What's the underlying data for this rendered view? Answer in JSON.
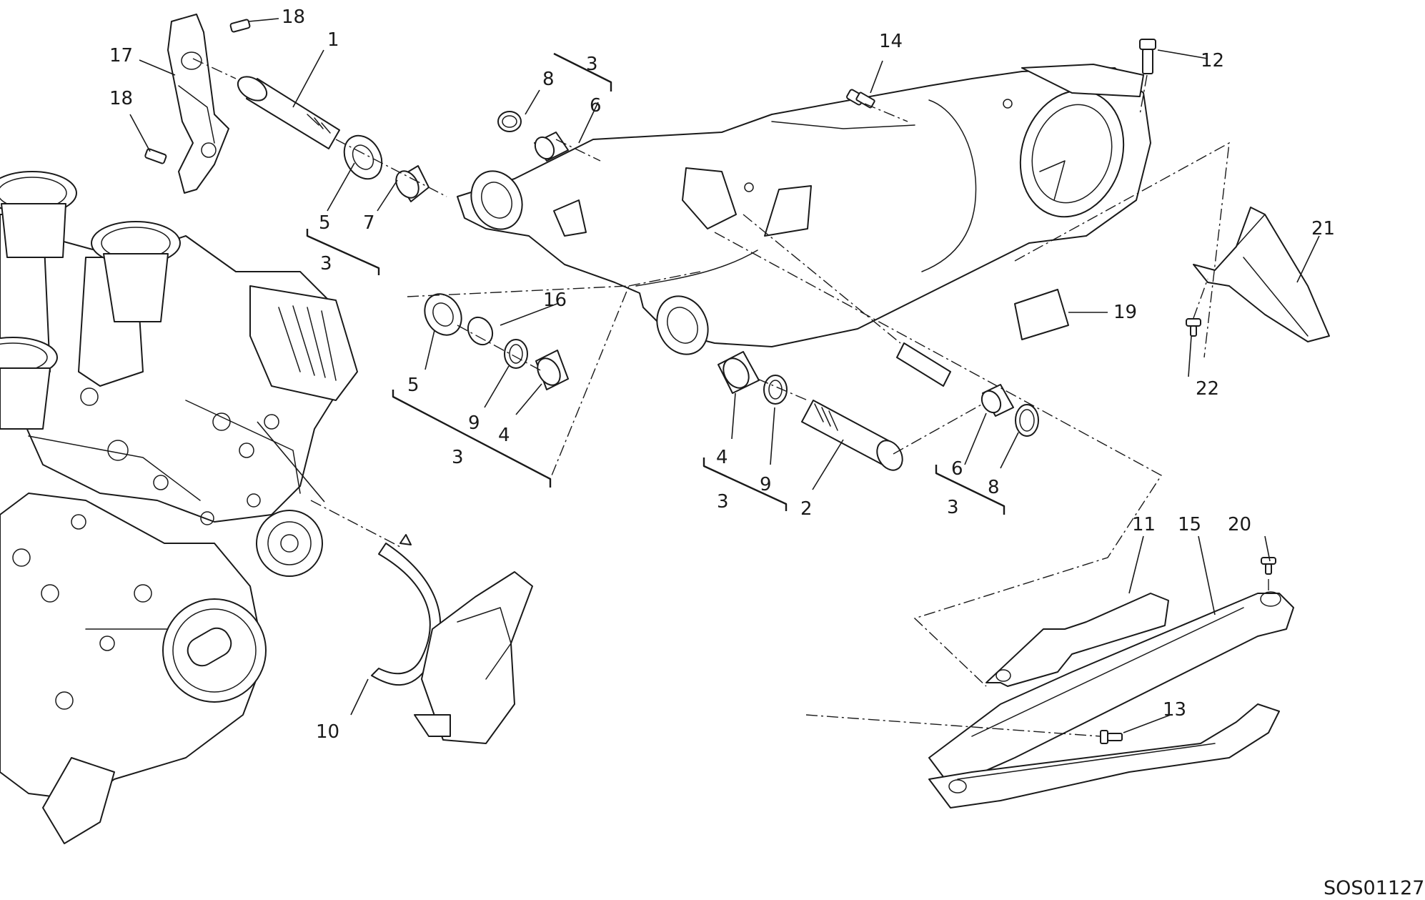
{
  "diagram": {
    "drawing_code": "SOS01127",
    "callouts": [
      "1",
      "2",
      "3",
      "4",
      "5",
      "6",
      "7",
      "8",
      "9",
      "10",
      "11",
      "12",
      "13",
      "14",
      "15",
      "16",
      "17",
      "18",
      "19",
      "20",
      "21",
      "22"
    ]
  }
}
